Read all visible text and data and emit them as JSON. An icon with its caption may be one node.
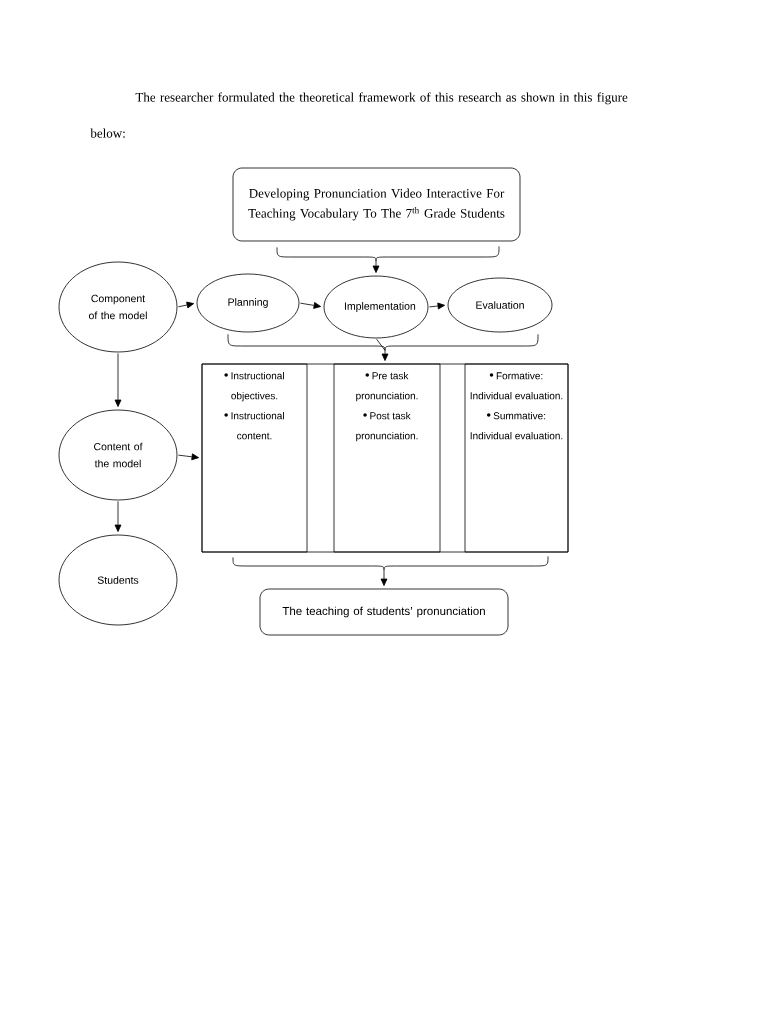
{
  "diagram": {
    "nodes": [
      {
        "text": [
          "Developing Pronunciation Video Interactive For Teaching Vocabulary To The 7$^{th}$ Grade Students"
        ]
      },
      {
        "text": [
          "Component of the model"
        ]
      },
      {
        "text": [
          "Planning"
        ]
      },
      {
        "text": [
          "Implementation"
        ]
      },
      {
        "text": [
          "Evaluation"
        ]
      },
      {
        "text": [
          "Content of the model"
        ]
      },
      {
        "text": [
          "Students"
        ]
      },
      {
        "text": [],
        "shape": "box"
      },
      {
        "text": [
          "Instructional objectives.",
          "Instructional content."
        ],
        "in": 7
      },
      {
        "text": [
          "Pre task pronunciation.",
          "Post task pronunciation."
        ],
        "in": 7
      },
      {
        "text": [
          "Formative: Individual evaluation.",
          "Summative: Individual evaluation."
        ],
        "in": 7
      },
      {
        "text": [
          "The teaching of students’ pronunciation"
        ]
      }
    ],
    "edges": [
      {
        "from": 0,
        "to": 3,
        "arrow": "to"
      },
      {
        "from": 1,
        "to": 2,
        "arrow": "to"
      },
      {
        "from": 2,
        "to": 3,
        "arrow": "to"
      },
      {
        "from": 3,
        "to": 4,
        "arrow": "to"
      },
      {
        "from": 1,
        "to": 5,
        "arrow": "to"
      },
      {
        "from": 5,
        "to": 7,
        "arrow": "to"
      },
      {
        "from": 5,
        "to": 6,
        "arrow": "to"
      },
      {
        "from": 2,
        "to": 7,
        "arrow": "to"
      },
      {
        "from": 3,
        "to": 7,
        "arrow": "to"
      },
      {
        "from": 4,
        "to": 7,
        "arrow": "to"
      },
      {
        "from": 7,
        "to": 11,
        "arrow": "to"
      }
    ],
    "labels": [
      "The researcher formulated the theoretical framework of this research as shown in this figure below:"
    ]
  }
}
